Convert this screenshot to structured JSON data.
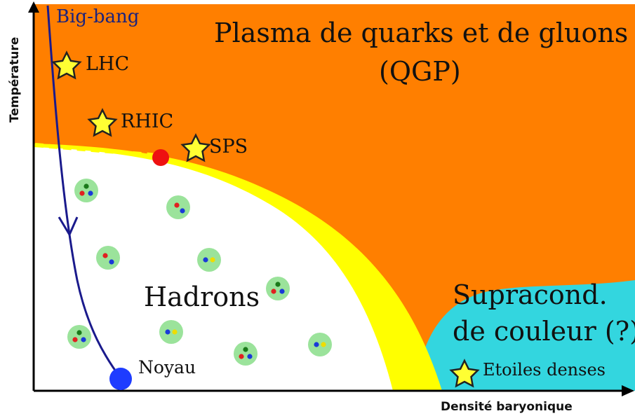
{
  "axes": {
    "y_label": "Température",
    "x_label": "Densité baryonique"
  },
  "regions": {
    "qgp": {
      "line1": "Plasma de quarks et de gluons",
      "line2": "(QGP)",
      "color": "#ff7f00"
    },
    "hadrons": {
      "label": "Hadrons",
      "color": "#ffffff"
    },
    "supracond": {
      "line1": "Supracond.",
      "line2": "de couleur (?)",
      "color": "#33d6df"
    },
    "boundary_color": "#ffff00"
  },
  "trajectory": {
    "label": "Big-bang",
    "color": "#1a1a8c"
  },
  "experiments": [
    {
      "label": "LHC"
    },
    {
      "label": "RHIC"
    },
    {
      "label": "SPS"
    },
    {
      "label": "Etoiles denses"
    }
  ],
  "nucleus": {
    "label": "Noyau",
    "color": "#1e3cff"
  },
  "critical_point": {
    "color": "#ee1111"
  },
  "colors": {
    "star_fill": "#ffff33",
    "star_stroke": "#222222",
    "hadron_fill": "#9be39b",
    "quark_red": "#e02020",
    "quark_green": "#1a7a1a",
    "quark_blue": "#1a3ad8",
    "quark_yellow": "#eedd00"
  }
}
